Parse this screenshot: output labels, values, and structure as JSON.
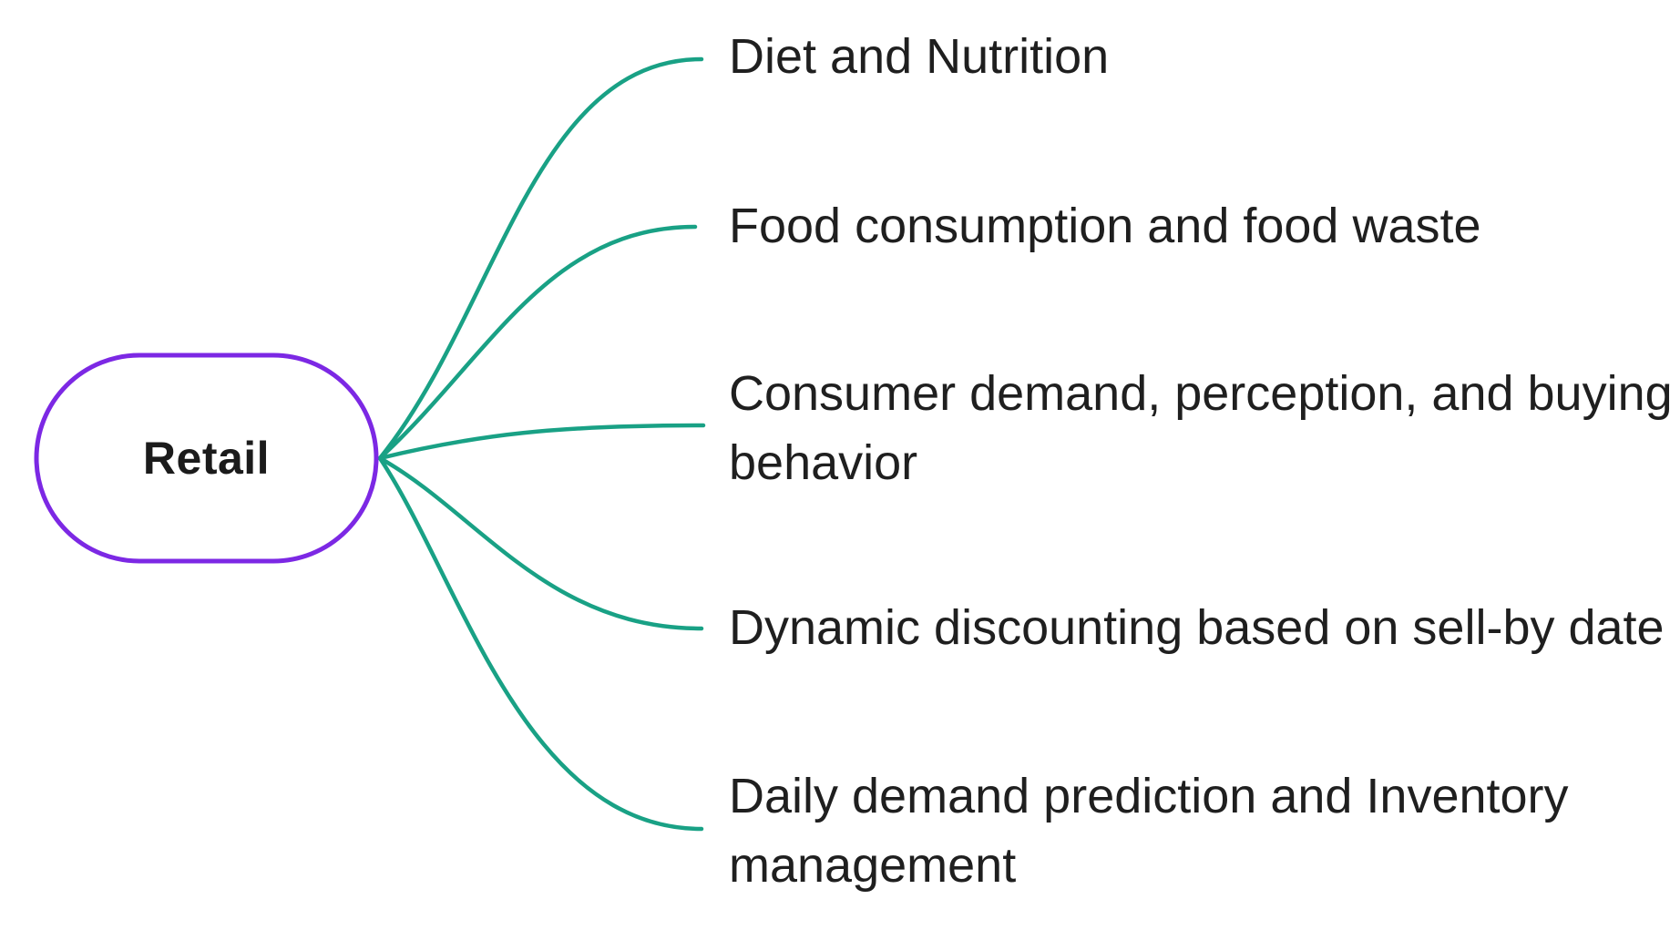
{
  "diagram": {
    "type": "mindmap",
    "root": {
      "label": "Retail"
    },
    "branches": [
      {
        "lines": {
          "0": "Diet and Nutrition"
        }
      },
      {
        "lines": {
          "0": "Food consumption and food waste"
        }
      },
      {
        "lines": {
          "0": "Consumer demand, perception, and buying",
          "1": "behavior"
        }
      },
      {
        "lines": {
          "0": "Dynamic discounting based on sell-by date"
        }
      },
      {
        "lines": {
          "0": "Daily demand prediction and Inventory",
          "1": "management"
        }
      }
    ],
    "colors": {
      "root_border": "#7C28E4",
      "root_fill": "#FFFFFF",
      "branch_line": "#19A185",
      "text": "#1F1F1F"
    }
  }
}
